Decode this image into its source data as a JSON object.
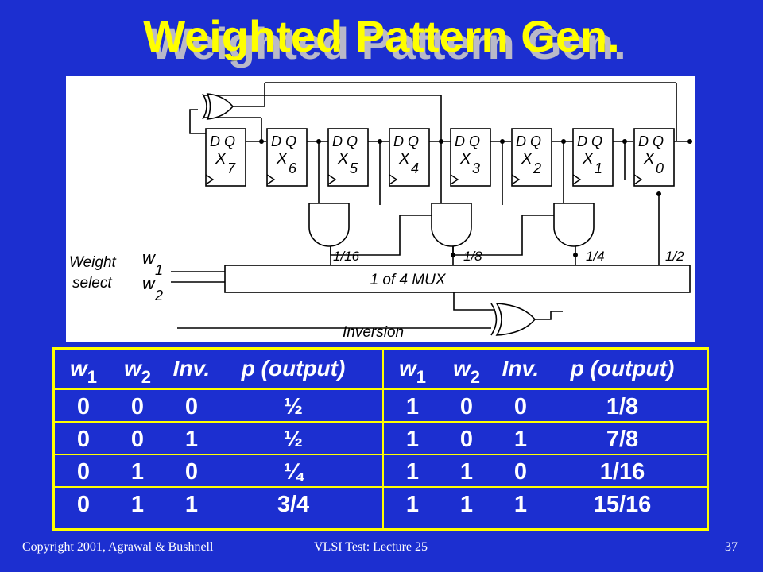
{
  "slide": {
    "title": "Weighted Pattern Gen.",
    "footer_left": "Copyright 2001, Agrawal & Bushnell",
    "footer_center": "VLSI Test: Lecture 25",
    "page_number": "37"
  },
  "diagram": {
    "flipflops": [
      {
        "dq": "D Q",
        "name": "X",
        "sub": "7"
      },
      {
        "dq": "D Q",
        "name": "X",
        "sub": "6"
      },
      {
        "dq": "D Q",
        "name": "X",
        "sub": "5"
      },
      {
        "dq": "D Q",
        "name": "X",
        "sub": "4"
      },
      {
        "dq": "D Q",
        "name": "X",
        "sub": "3"
      },
      {
        "dq": "D Q",
        "name": "X",
        "sub": "2"
      },
      {
        "dq": "D Q",
        "name": "X",
        "sub": "1"
      },
      {
        "dq": "D Q",
        "name": "X",
        "sub": "0"
      }
    ],
    "probs": [
      "1/16",
      "1/8",
      "1/4",
      "1/2"
    ],
    "weight_label_line1": "Weight",
    "weight_label_line2": "select",
    "w1_main": "w",
    "w1_sub": "1",
    "w2_main": "w",
    "w2_sub": "2",
    "mux_label": "1 of 4 MUX",
    "inversion_label": "Inversion"
  },
  "table": {
    "header": {
      "w1_main": "w",
      "w1_sub": "1",
      "w2_main": "w",
      "w2_sub": "2",
      "inv": "Inv.",
      "p": "p (output)"
    },
    "left_rows": [
      [
        "0",
        "0",
        "0",
        "½"
      ],
      [
        "0",
        "0",
        "1",
        "½"
      ],
      [
        "0",
        "1",
        "0",
        "¼"
      ],
      [
        "0",
        "1",
        "1",
        "3/4"
      ]
    ],
    "right_rows": [
      [
        "1",
        "0",
        "0",
        "1/8"
      ],
      [
        "1",
        "0",
        "1",
        "7/8"
      ],
      [
        "1",
        "1",
        "0",
        "1/16"
      ],
      [
        "1",
        "1",
        "1",
        "15/16"
      ]
    ]
  },
  "colors": {
    "background": "#1c2fd0",
    "title": "#ffff00",
    "table_border": "#ffff00",
    "table_text": "#ffffff"
  }
}
